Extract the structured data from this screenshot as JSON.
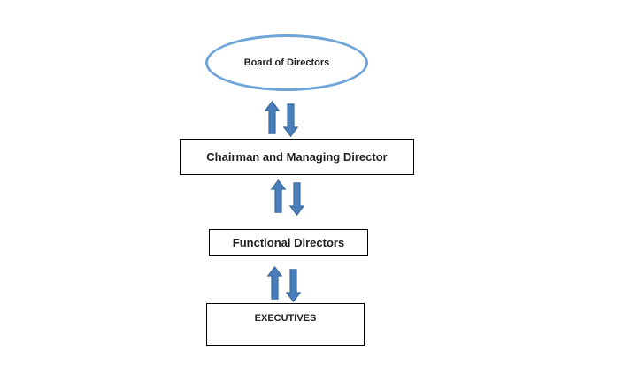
{
  "diagram": {
    "type": "org-hierarchy-flow",
    "background": "#ffffff",
    "nodes": [
      {
        "id": "board",
        "label": "Board of Directors",
        "shape": "ellipse"
      },
      {
        "id": "chairman",
        "label": "Chairman and Managing Director",
        "shape": "rect"
      },
      {
        "id": "functional",
        "label": "Functional Directors",
        "shape": "rect"
      },
      {
        "id": "executives",
        "label": "EXECUTIVES",
        "shape": "rect"
      }
    ],
    "connectors": [
      {
        "between": [
          "board",
          "chairman"
        ],
        "type": "two-way-block-arrows"
      },
      {
        "between": [
          "chairman",
          "functional"
        ],
        "type": "two-way-block-arrows"
      },
      {
        "between": [
          "functional",
          "executives"
        ],
        "type": "two-way-block-arrows"
      }
    ],
    "icons": {
      "up_arrow": "block-arrow-up",
      "down_arrow": "block-arrow-down"
    },
    "colors": {
      "ellipse_stroke": "#6fa4d8",
      "box_stroke": "#000000",
      "box_fill": "#ffffff",
      "arrow_fill": "#4a7ebb",
      "arrow_stroke": "#3a6b9f",
      "text": "#1f1f1f"
    }
  }
}
